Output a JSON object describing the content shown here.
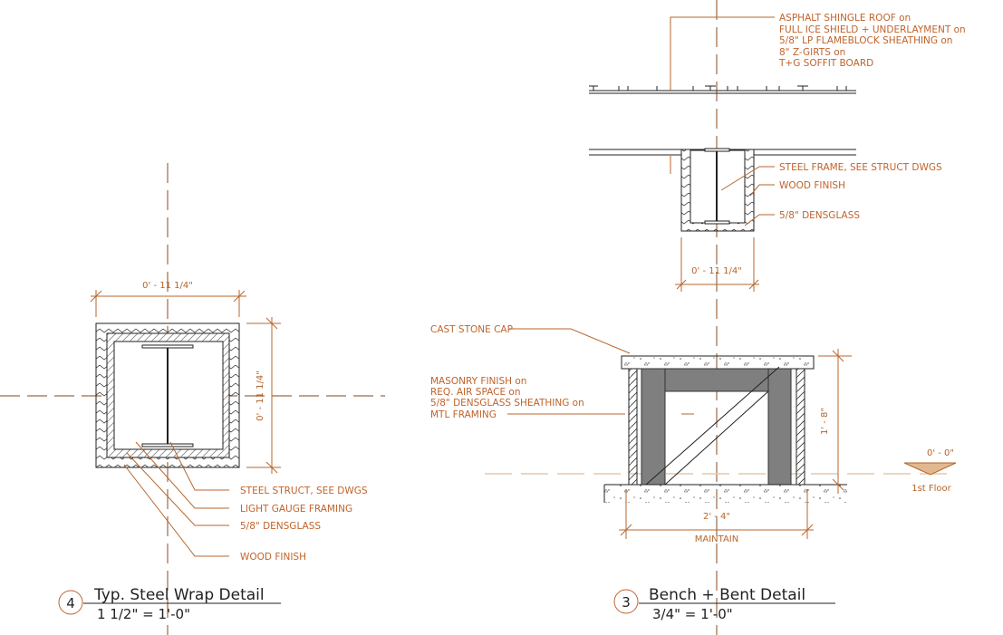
{
  "detail_4": {
    "number": "4",
    "title": "Typ. Steel Wrap Detail",
    "scale": "1 1/2\" = 1'-0\"",
    "dim_width": "0' - 11 1/4\"",
    "dim_height": "0' - 11 1/4\"",
    "labels": [
      "STEEL STRUCT, SEE DWGS",
      "LIGHT GAUGE FRAMING",
      "5/8\" DENSGLASS",
      "WOOD FINISH"
    ]
  },
  "detail_3": {
    "number": "3",
    "title": "Bench + Bent Detail",
    "scale": "3/4\" = 1'-0\"",
    "roof_note": [
      "ASPHALT SHINGLE ROOF on",
      "FULL ICE SHIELD + UNDERLAYMENT on",
      "5/8\" LP FLAMEBLOCK SHEATHING on",
      "8\" Z-GIRTS on",
      "T+G SOFFIT BOARD"
    ],
    "beam_labels": [
      "STEEL FRAME, SEE STRUCT DWGS",
      "WOOD FINISH",
      "5/8\" DENSGLASS"
    ],
    "beam_dim": "0' - 11 1/4\"",
    "cap_label": "CAST STONE CAP",
    "masonry_note": [
      "MASONRY FINISH on",
      "REQ. AIR SPACE on",
      "5/8\" DENSGLASS SHEATHING on",
      "MTL FRAMING"
    ],
    "height_dim": "1' - 8\"",
    "width_dim": "2' - 4\"",
    "width_note": "MAINTAIN",
    "level_value": "0' - 0\"",
    "level_name": "1st Floor"
  },
  "colors": {
    "annotation": "#c0632b",
    "linework": "#222222",
    "fill": "#7f7f7f"
  }
}
